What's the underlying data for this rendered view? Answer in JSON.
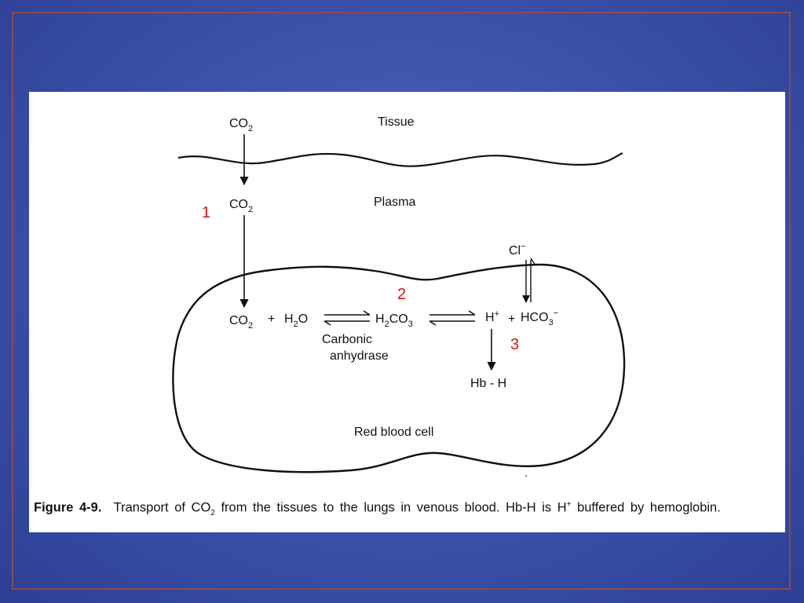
{
  "diagram": {
    "tissue_label": "Tissue",
    "plasma_label": "Plasma",
    "co2_tissue": {
      "base": "CO",
      "sub": "2"
    },
    "co2_plasma": {
      "base": "CO",
      "sub": "2"
    },
    "co2_cell": {
      "base": "CO",
      "sub": "2"
    },
    "plus_1": "+",
    "h2o": {
      "pre": "H",
      "sub": "2",
      "post": "O"
    },
    "h2co3": {
      "pre": "H",
      "sub": "2",
      "post": "CO",
      "sub2": "3"
    },
    "hplus": {
      "base": "H",
      "sup": "+"
    },
    "plus_2": "+",
    "hco3": {
      "base": "HCO",
      "sub": "3",
      "sup": "−"
    },
    "cl": {
      "base": "Cl",
      "sup": "−"
    },
    "enzyme_line1": "Carbonic",
    "enzyme_line2": "anhydrase",
    "hbh": "Hb - H",
    "cell_label": "Red blood cell",
    "step_1": "1",
    "step_2": "2",
    "step_3": "3",
    "step_color": "#e01010"
  },
  "caption": {
    "figure_label": "Figure 4-9.",
    "text_a": "Transport of CO",
    "co2_sub": "2",
    "text_b": " from the tissues to the lungs in venous blood. Hb-H is H",
    "h_sup": "+",
    "text_c": " buffered by hemoglobin."
  },
  "colors": {
    "background": "#3e55ae",
    "frame_border": "#8a4a52",
    "figure_bg": "#ffffff"
  }
}
